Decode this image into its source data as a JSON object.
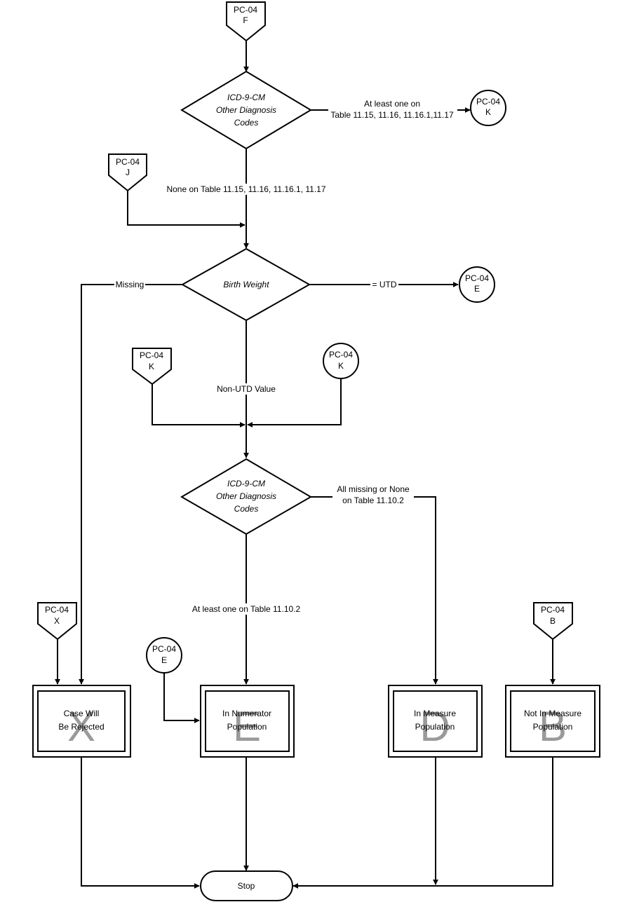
{
  "connectors": {
    "top_f": {
      "line1": "PC-04",
      "line2": "F"
    },
    "off_j": {
      "line1": "PC-04",
      "line2": "J"
    },
    "to_k": {
      "line1": "PC-04",
      "line2": "K"
    },
    "to_e": {
      "line1": "PC-04",
      "line2": "E"
    },
    "off_k": {
      "line1": "PC-04",
      "line2": "K"
    },
    "on_k": {
      "line1": "PC-04",
      "line2": "K"
    },
    "off_x": {
      "line1": "PC-04",
      "line2": "X"
    },
    "on_e": {
      "line1": "PC-04",
      "line2": "E"
    },
    "off_b": {
      "line1": "PC-04",
      "line2": "B"
    }
  },
  "decisions": {
    "diag1": {
      "line1": "ICD-9-CM",
      "line2": "Other Diagnosis",
      "line3": "Codes"
    },
    "birth_weight": {
      "label": "Birth Weight"
    },
    "diag2": {
      "line1": "ICD-9-CM",
      "line2": "Other Diagnosis",
      "line3": "Codes"
    }
  },
  "edge_labels": {
    "diag1_yes_1": "At least one on",
    "diag1_yes_2": "Table 11.15, 11.16, 11.16.1,11.17",
    "diag1_no": "None on Table 11.15, 11.16, 11.16.1, 11.17",
    "missing": "Missing",
    "utd": "= UTD",
    "non_utd": "Non-UTD Value",
    "diag2_none_1": "All missing or None",
    "diag2_none_2": "on Table 11.10.2",
    "diag2_yes": "At least one on Table 11.10.2"
  },
  "outcomes": {
    "x": {
      "letter": "X",
      "line1": "Case Will",
      "line2": "Be Rejected"
    },
    "e": {
      "letter": "E",
      "line1": "In Numerator",
      "line2": "Population"
    },
    "d": {
      "letter": "D",
      "line1": "In Measure",
      "line2": "Population"
    },
    "b": {
      "letter": "B",
      "line1": "Not In Measure",
      "line2": "Population"
    }
  },
  "terminal": {
    "label": "Stop"
  }
}
